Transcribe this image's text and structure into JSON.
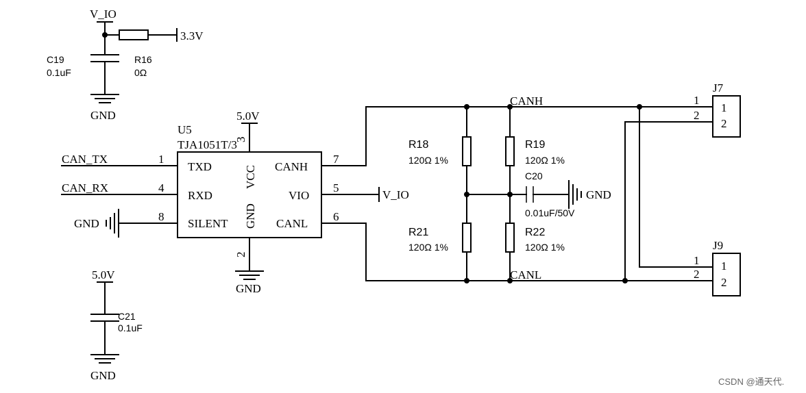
{
  "top_left": {
    "v_io": "V_IO",
    "v33": "3.3V",
    "c19_ref": "C19",
    "c19_val": "0.1uF",
    "r16_ref": "R16",
    "r16_val": "0Ω",
    "gnd": "GND"
  },
  "u5": {
    "ref": "U5",
    "part": "TJA1051T/3",
    "vcc_supply": "5.0V",
    "pin3": "3",
    "vcc_label": "VCC",
    "gnd_label": "GND",
    "pin2": "2",
    "gnd_net": "GND",
    "pins_left": [
      {
        "num": "1",
        "name": "TXD",
        "net": "CAN_TX"
      },
      {
        "num": "4",
        "name": "RXD",
        "net": "CAN_RX"
      },
      {
        "num": "8",
        "name": "SILENT",
        "net": "GND"
      }
    ],
    "pins_right": [
      {
        "num": "7",
        "name": "CANH"
      },
      {
        "num": "5",
        "name": "VIO",
        "net": "V_IO"
      },
      {
        "num": "6",
        "name": "CANL"
      }
    ]
  },
  "termination": {
    "canh": "CANH",
    "canl": "CANL",
    "r18_ref": "R18",
    "r18_val": "120Ω  1%",
    "r19_ref": "R19",
    "r19_val": "120Ω  1%",
    "r21_ref": "R21",
    "r21_val": "120Ω  1%",
    "r22_ref": "R22",
    "r22_val": "120Ω  1%",
    "c20_ref": "C20",
    "c20_val": "0.01uF/50V",
    "gnd": "GND"
  },
  "connectors": [
    {
      "ref": "J7",
      "pins": [
        "1",
        "2"
      ],
      "wire_pins": [
        "1",
        "2"
      ]
    },
    {
      "ref": "J9",
      "pins": [
        "1",
        "2"
      ],
      "wire_pins": [
        "1",
        "2"
      ]
    }
  ],
  "bottom_left": {
    "supply": "5.0V",
    "c21_ref": "C21",
    "c21_val": "0.1uF",
    "gnd": "GND"
  },
  "watermark": "CSDN @通天代."
}
